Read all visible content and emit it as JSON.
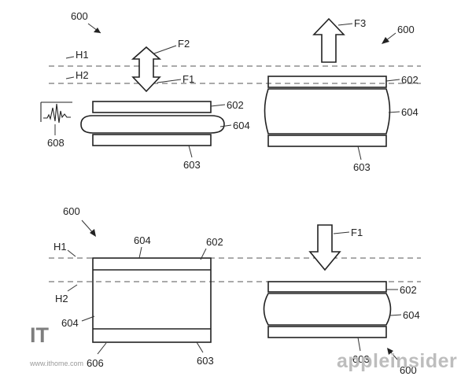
{
  "diagram": {
    "labels": {
      "tl_600": "600",
      "tl_h1": "H1",
      "tl_h2": "H2",
      "tl_f2": "F2",
      "tl_f1": "F1",
      "tl_602": "602",
      "tl_604": "604",
      "tl_603": "603",
      "tl_608": "608",
      "tr_f3": "F3",
      "tr_600": "600",
      "tr_602": "602",
      "tr_604": "604",
      "tr_603": "603",
      "bl_600": "600",
      "bl_604_top": "604",
      "bl_602": "602",
      "bl_h1": "H1",
      "bl_h2": "H2",
      "bl_604_side": "604",
      "bl_603": "603",
      "bl_606": "606",
      "br_f1": "F1",
      "br_602": "602",
      "br_604": "604",
      "br_603": "603",
      "br_600": "600"
    }
  },
  "watermarks": {
    "it_logo": "IT",
    "ithome_url": "www.ithome.com",
    "appleinsider": "appleinsider"
  }
}
